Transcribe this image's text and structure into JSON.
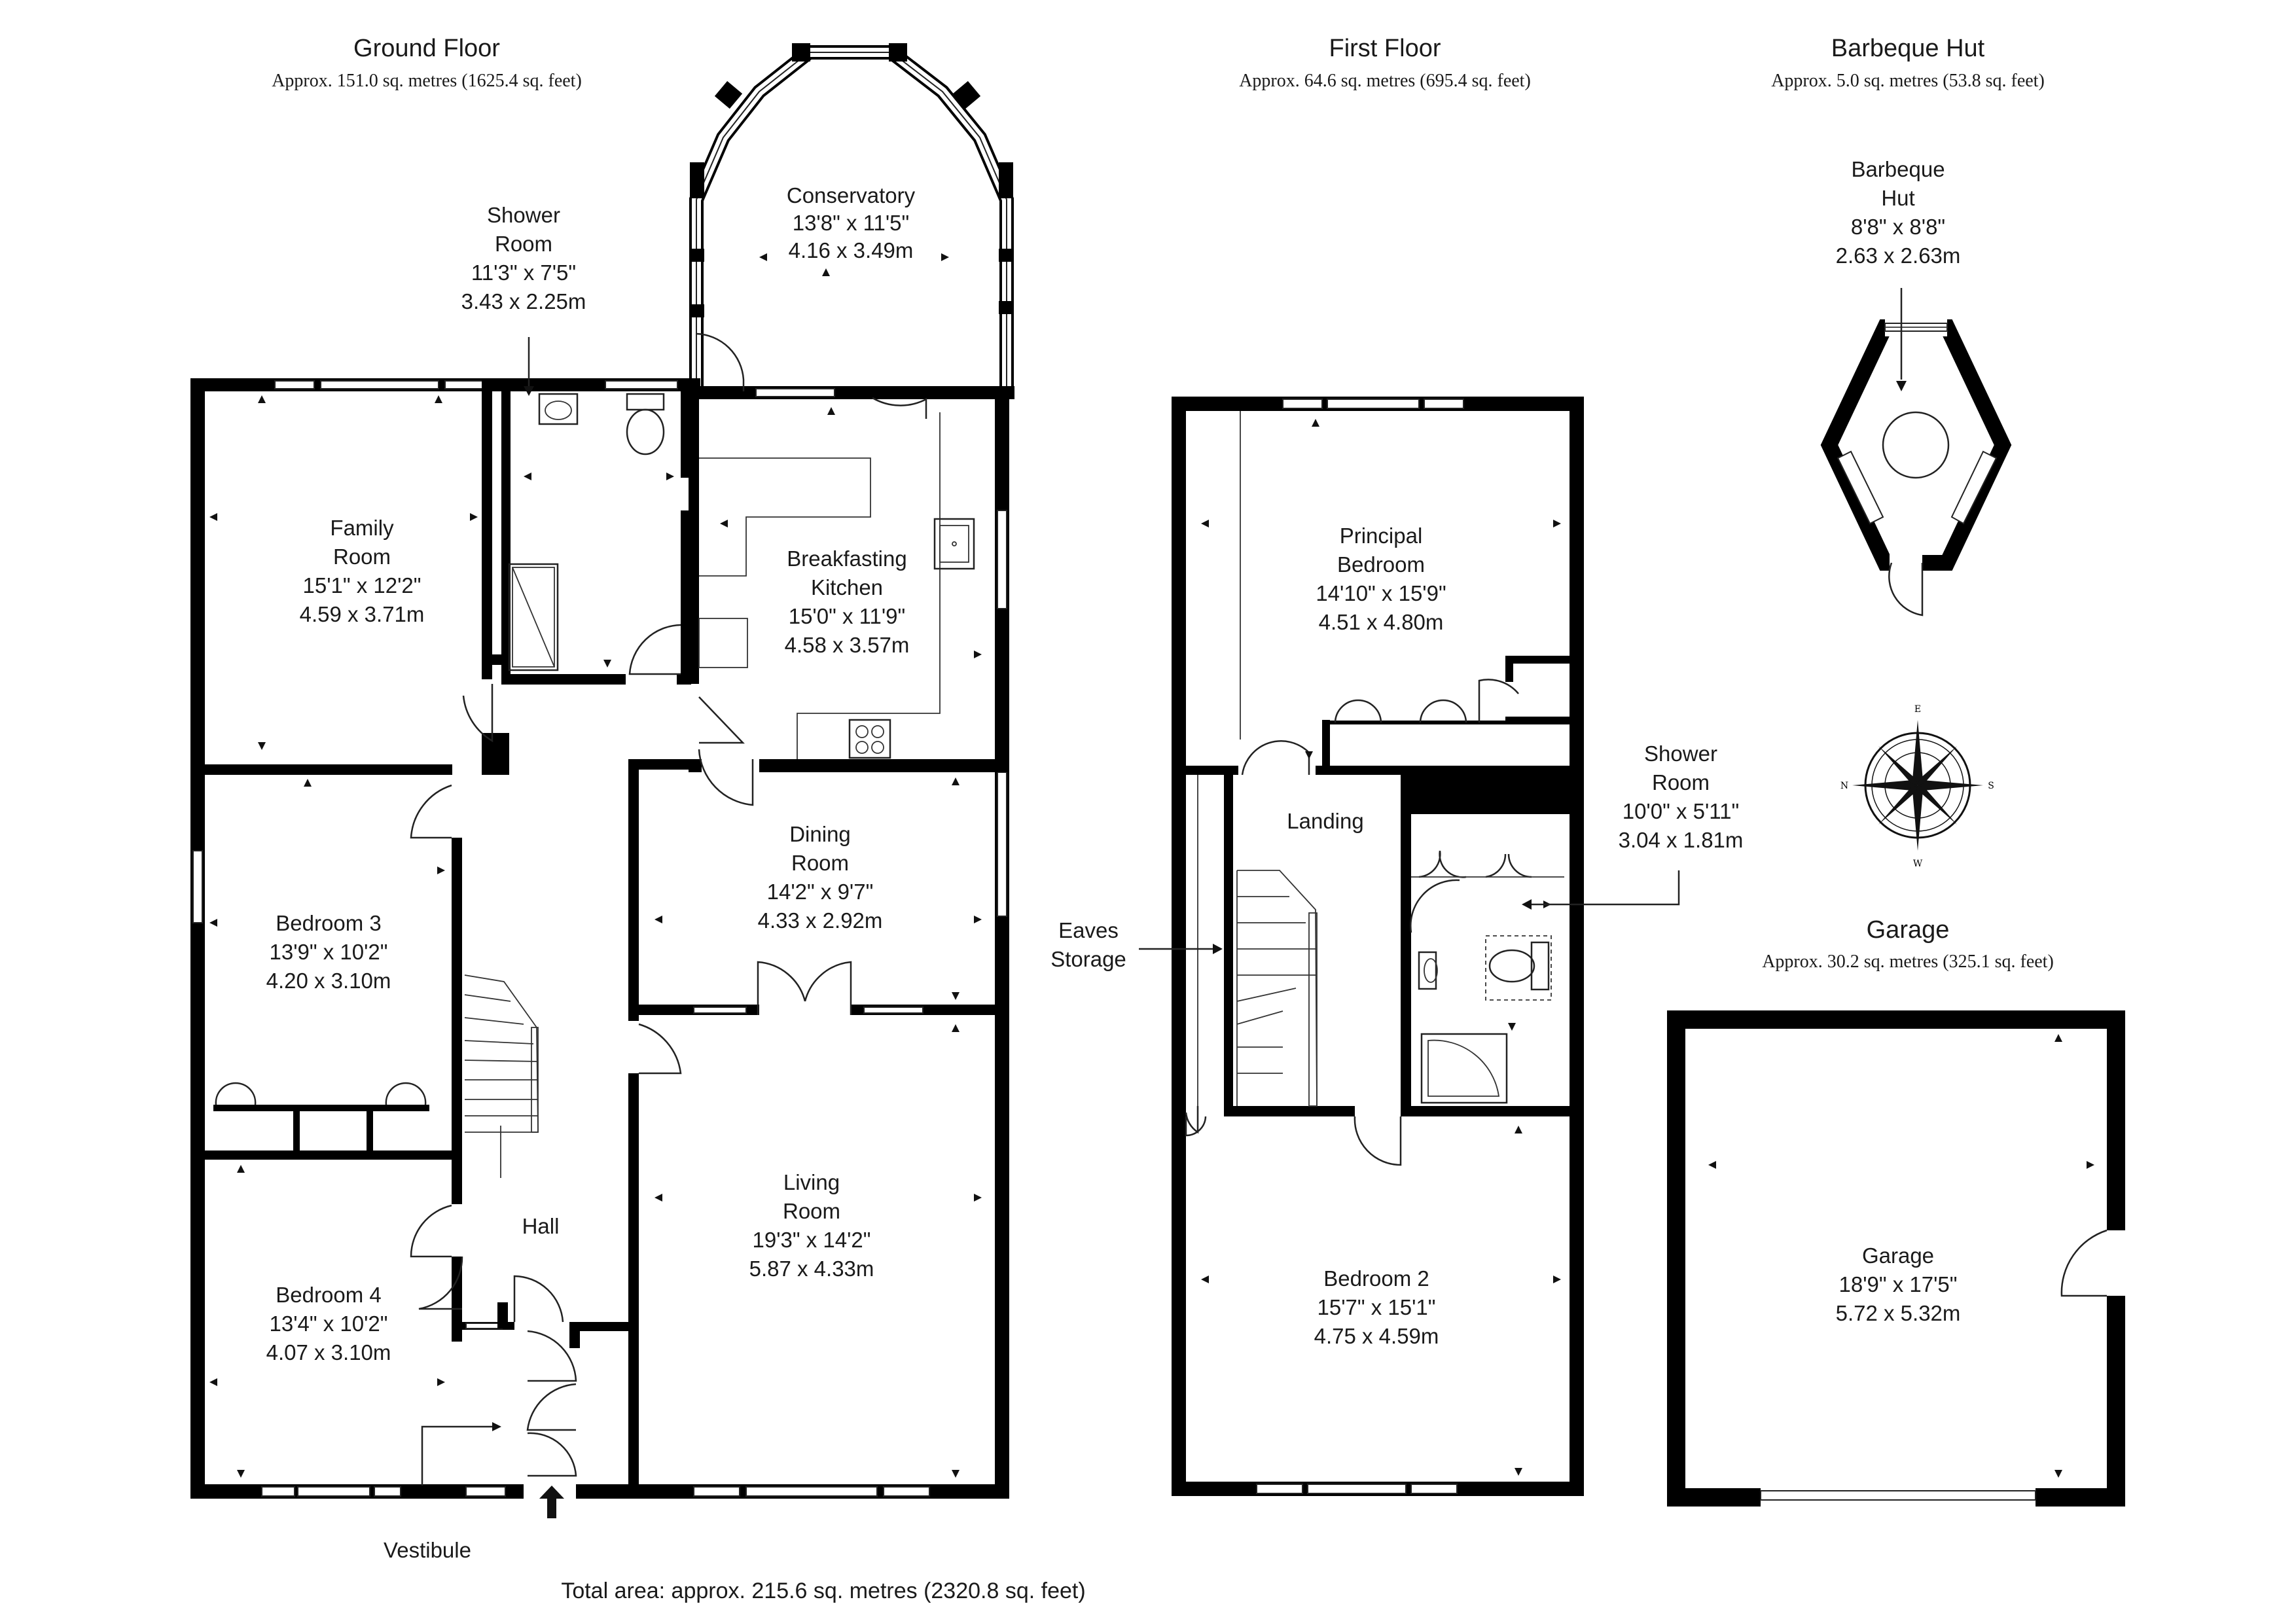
{
  "headings": {
    "ground": {
      "title": "Ground Floor",
      "area": "Approx. 151.0 sq. metres (1625.4 sq. feet)"
    },
    "first": {
      "title": "First Floor",
      "area": "Approx. 64.6 sq. metres (695.4 sq. feet)"
    },
    "hut": {
      "title": "Barbeque Hut",
      "area": "Approx. 5.0 sq. metres (53.8 sq. feet)"
    },
    "garage": {
      "title": "Garage",
      "area": "Approx. 30.2 sq. metres (325.1 sq. feet)"
    }
  },
  "rooms": {
    "conservatory": {
      "lines": [
        "Conservatory",
        "13'8\" x 11'5\"",
        "4.16 x 3.49m"
      ]
    },
    "shower_ground": {
      "lines": [
        "Shower",
        "Room",
        "11'3\" x 7'5\"",
        "3.43 x 2.25m"
      ]
    },
    "family": {
      "lines": [
        "Family",
        "Room",
        "15'1\" x 12'2\"",
        "4.59 x 3.71m"
      ]
    },
    "kitchen": {
      "lines": [
        "Breakfasting",
        "Kitchen",
        "15'0\" x 11'9\"",
        "4.58 x 3.57m"
      ]
    },
    "dining": {
      "lines": [
        "Dining",
        "Room",
        "14'2\" x 9'7\"",
        "4.33 x 2.92m"
      ]
    },
    "bedroom3": {
      "lines": [
        "Bedroom 3",
        "13'9\" x 10'2\"",
        "4.20 x 3.10m"
      ]
    },
    "living": {
      "lines": [
        "Living",
        "Room",
        "19'3\" x 14'2\"",
        "5.87 x 4.33m"
      ]
    },
    "hall": {
      "lines": [
        "Hall"
      ]
    },
    "bedroom4": {
      "lines": [
        "Bedroom 4",
        "13'4\" x 10'2\"",
        "4.07 x 3.10m"
      ]
    },
    "vestibule": {
      "lines": [
        "Vestibule"
      ]
    },
    "principal": {
      "lines": [
        "Principal",
        "Bedroom",
        "14'10\" x 15'9\"",
        "4.51 x 4.80m"
      ]
    },
    "landing": {
      "lines": [
        "Landing"
      ]
    },
    "eaves": {
      "lines": [
        "Eaves",
        "Storage"
      ]
    },
    "shower_first": {
      "lines": [
        "Shower",
        "Room",
        "10'0\" x 5'11\"",
        "3.04 x 1.81m"
      ]
    },
    "bedroom2": {
      "lines": [
        "Bedroom 2",
        "15'7\" x 15'1\"",
        "4.75 x 4.59m"
      ]
    },
    "hut": {
      "lines": [
        "Barbeque",
        "Hut",
        "8'8\" x 8'8\"",
        "2.63 x 2.63m"
      ]
    },
    "garage": {
      "lines": [
        "Garage",
        "18'9\" x 17'5\"",
        "5.72 x 5.32m"
      ]
    }
  },
  "compass": {
    "n": "N",
    "e": "E",
    "s": "S",
    "w": "W"
  },
  "footer": {
    "total": "Total area: approx. 215.6 sq. metres (2320.8 sq. feet)"
  }
}
